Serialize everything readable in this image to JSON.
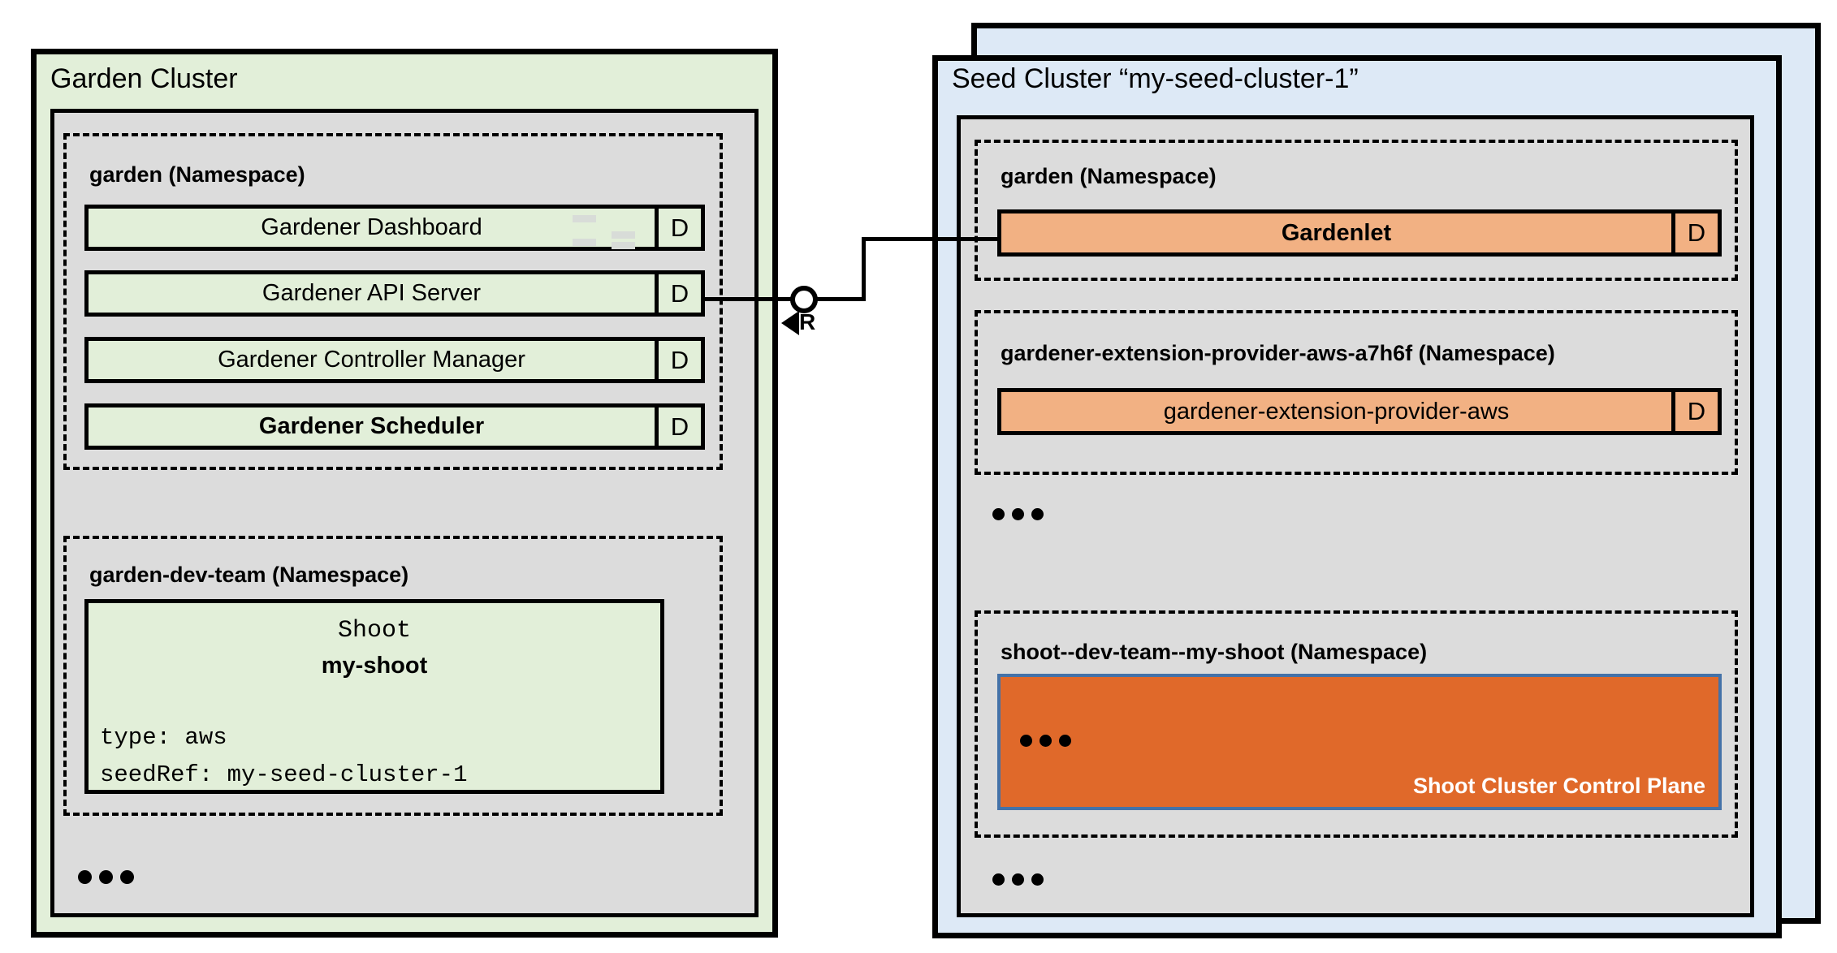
{
  "diagram": {
    "title": "Gardener Garden Cluster and Seed Cluster architecture",
    "colors": {
      "garden_cluster_fill": "#E2EFD9",
      "seed_cluster_fill": "#DDE9F6",
      "namespace_panel_fill": "#DCDCDC",
      "component_green_fill": "#E2EFD9",
      "component_orange_fill": "#F2B183",
      "control_plane_fill": "#E0692A",
      "control_plane_border": "#4472A8",
      "stroke": "#000000"
    }
  },
  "garden_cluster": {
    "label": "Garden Cluster",
    "namespaces": [
      {
        "label": "garden (Namespace)",
        "components": [
          {
            "name": "Gardener Dashboard",
            "badge": "D",
            "bold": false
          },
          {
            "name": "Gardener API Server",
            "badge": "D",
            "bold": false
          },
          {
            "name": "Gardener Controller Manager",
            "badge": "D",
            "bold": false
          },
          {
            "name": "Gardener Scheduler",
            "badge": "D",
            "bold": true
          }
        ]
      },
      {
        "label": "garden-dev-team (Namespace)",
        "shoot": {
          "kind": "Shoot",
          "name": "my-shoot",
          "spec_line_1": "type: aws",
          "spec_line_2": "seedRef: my-seed-cluster-1"
        }
      }
    ],
    "more_indicator": "…"
  },
  "seed_cluster": {
    "label": "Seed Cluster “my-seed-cluster-1”",
    "namespaces": [
      {
        "label": "garden (Namespace)",
        "components": [
          {
            "name": "Gardenlet",
            "badge": "D",
            "bold": true
          }
        ]
      },
      {
        "label": "gardener-extension-provider-aws-a7h6f (Namespace)",
        "components": [
          {
            "name": "gardener-extension-provider-aws",
            "badge": "D",
            "bold": false
          }
        ]
      },
      {
        "label": "shoot--dev-team--my-shoot (Namespace)",
        "control_plane": {
          "title": "Shoot Cluster Control Plane",
          "more_indicator": "…"
        }
      }
    ],
    "more_indicator_middle": "…",
    "more_indicator_bottom": "…"
  },
  "connector": {
    "from": "Gardener API Server",
    "to": "Gardenlet",
    "label": "R",
    "endpoint_style": "socket-circle",
    "arrow_direction": "left"
  }
}
